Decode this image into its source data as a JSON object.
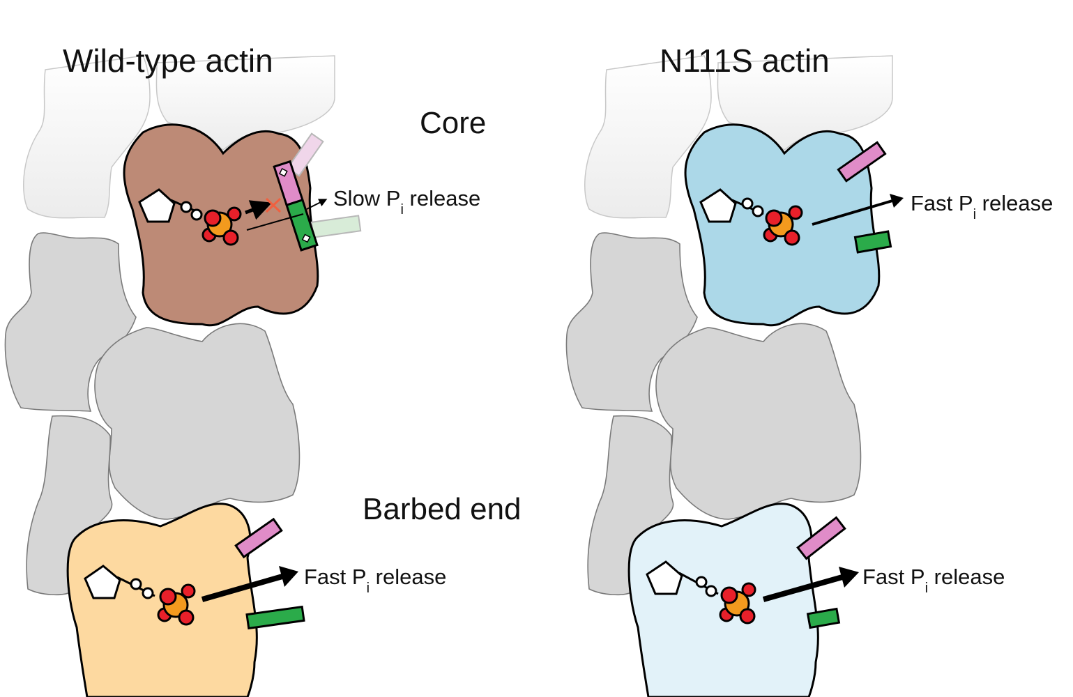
{
  "panels": [
    {
      "id": "wild-type",
      "title": "Wild-type actin",
      "core": {
        "label_main": "Slow P",
        "label_sub": "i",
        "label_tail": " release",
        "fill": "#bd8a76",
        "blocked": true
      },
      "barbed": {
        "label_main": "Fast P",
        "label_sub": "i",
        "label_tail": " release",
        "fill": "#fdd9a0"
      }
    },
    {
      "id": "n111s",
      "title": "N111S actin",
      "core": {
        "label_main": "Fast P",
        "label_sub": "i",
        "label_tail": " release",
        "fill": "#acd8e8",
        "blocked": false
      },
      "barbed": {
        "label_main": "Fast P",
        "label_sub": "i",
        "label_tail": " release",
        "fill": "#e2f2f9"
      }
    }
  ],
  "section_labels": {
    "core": "Core",
    "barbed_end": "Barbed end"
  },
  "colors": {
    "subunit_gray": "#d6d6d6",
    "subunit_gray_outline": "#7a7a7a",
    "faded_subunit": "#eeeeee",
    "phosphate_red": "#e8202a",
    "phosphorus_orange": "#f39a1e",
    "backdoor_pink": "#e08cc8",
    "backdoor_green": "#2bab4a",
    "block_x": "#f06040"
  }
}
